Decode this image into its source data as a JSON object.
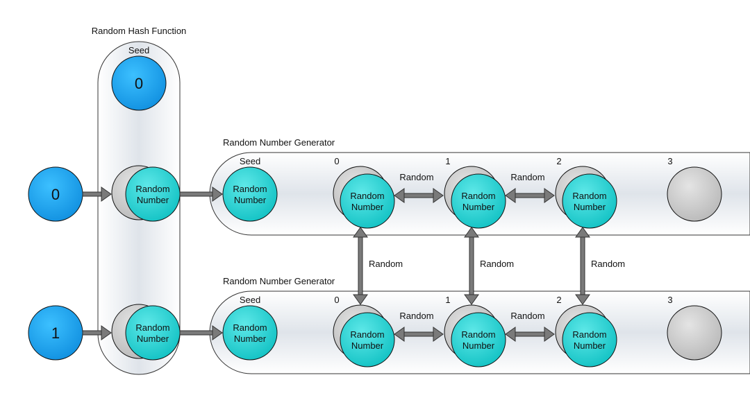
{
  "hash_function": {
    "title": "Random Hash Function",
    "seed_label": "Seed",
    "seed_value": "0",
    "node_label_line1": "Random",
    "node_label_line2": "Number"
  },
  "inputs": [
    "0",
    "1"
  ],
  "generators": [
    {
      "title": "Random Number Generator",
      "seed_label": "Seed",
      "seed_line1": "Random",
      "seed_line2": "Number",
      "indices": [
        "0",
        "1",
        "2",
        "3"
      ],
      "node_line1": "Random",
      "node_line2": "Number",
      "edge_label": "Random"
    },
    {
      "title": "Random Number Generator",
      "seed_label": "Seed",
      "seed_line1": "Random",
      "seed_line2": "Number",
      "indices": [
        "0",
        "1",
        "2",
        "3"
      ],
      "node_line1": "Random",
      "node_line2": "Number",
      "edge_label": "Random"
    }
  ],
  "vertical_edge_label": "Random",
  "colors": {
    "blue_node": "#19a3f0",
    "teal_node": "#1fd0d2",
    "gray_node": "#c8c8c8",
    "arrow": "#7a7a7a"
  }
}
